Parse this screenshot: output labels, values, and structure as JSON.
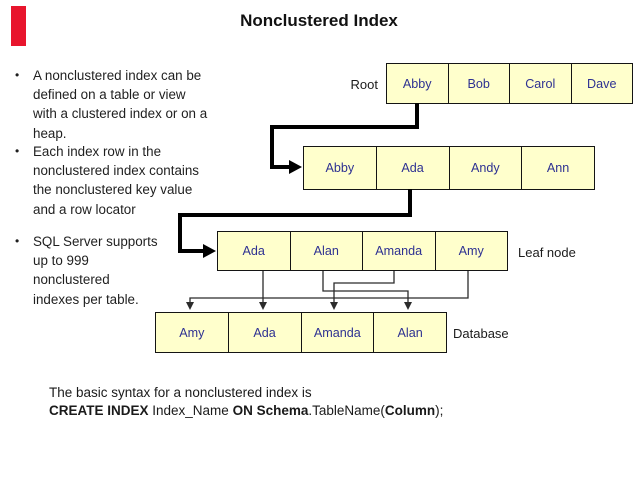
{
  "slide": {
    "title": "Nonclustered Index",
    "accent_bar_color": "#E8152D",
    "bullets": [
      {
        "lines": [
          "A nonclustered index can be",
          "defined on a table or view",
          "with a clustered index or on a",
          "heap."
        ]
      },
      {
        "lines": [
          "Each index row in the",
          "nonclustered index contains",
          "the nonclustered key value",
          "and a row locator"
        ]
      },
      {
        "lines": [
          "SQL Server supports",
          "up to 999",
          "nonclustered",
          "indexes per table."
        ]
      }
    ],
    "diagram": {
      "row_labels": {
        "root": "Root",
        "leaf": "Leaf node",
        "database": "Database"
      },
      "rows": [
        {
          "name": "root",
          "cells": [
            "Abby",
            "Bob",
            "Carol",
            "Dave"
          ]
        },
        {
          "name": "intermediate",
          "cells": [
            "Abby",
            "Ada",
            "Andy",
            "Ann"
          ]
        },
        {
          "name": "leaf",
          "cells": [
            "Ada",
            "Alan",
            "Amanda",
            "Amy"
          ]
        },
        {
          "name": "database",
          "cells": [
            "Amy",
            "Ada",
            "Amanda",
            "Alan"
          ]
        }
      ],
      "cell_fill_color": "#FFFFCC",
      "cell_text_color": "#2E3192",
      "line_color": "#000000"
    },
    "syntax": {
      "intro": "The basic syntax for a nonclustered index is",
      "segments": [
        {
          "text": "CREATE INDEX ",
          "bold": true
        },
        {
          "text": "Index_Name ",
          "bold": false
        },
        {
          "text": "ON Schema",
          "bold": true
        },
        {
          "text": ".TableName(",
          "bold": false
        },
        {
          "text": "Column",
          "bold": true
        },
        {
          "text": ");",
          "bold": false
        }
      ]
    }
  }
}
